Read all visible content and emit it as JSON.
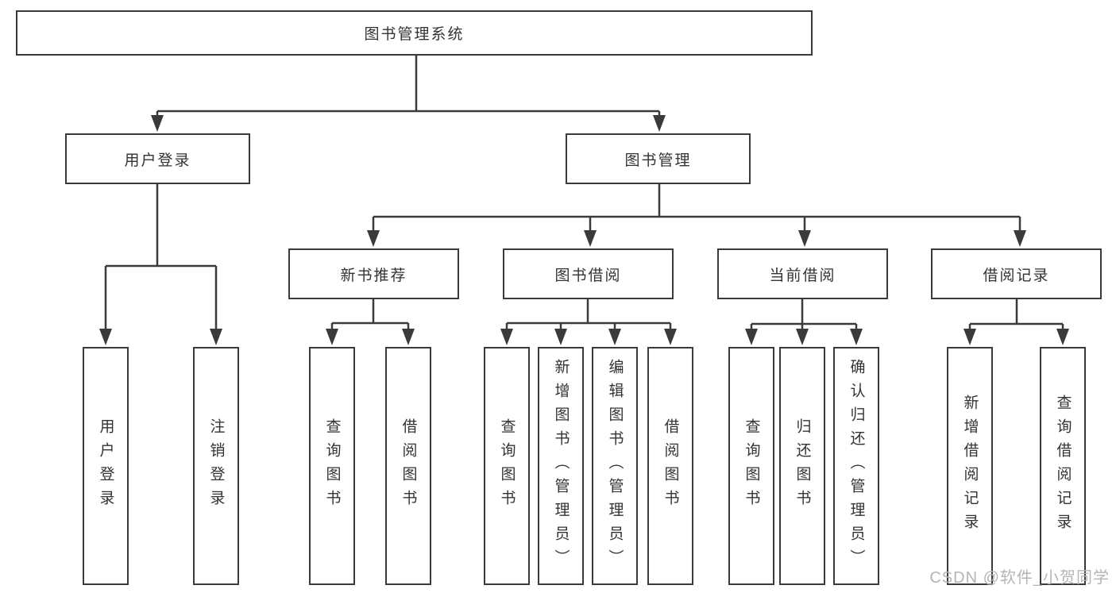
{
  "page": {
    "background": "#ffffff"
  },
  "colors": {
    "line": "#3a3a3a",
    "box_border": "#3a3a3a",
    "box_fill": "#ffffff",
    "text": "#333333",
    "watermark_text": "#b5b5b5"
  },
  "nodes": {
    "root": "图书管理系统",
    "user_login": {
      "label": "用户登录",
      "children": [
        "用户登录",
        "注销登录"
      ]
    },
    "book_management": {
      "label": "图书管理",
      "sections": [
        {
          "label": "新书推荐",
          "children": [
            "查询图书",
            "借阅图书"
          ]
        },
        {
          "label": "图书借阅",
          "children": [
            "查询图书",
            "新增图书（管理员）",
            "编辑图书（管理员）",
            "借阅图书"
          ]
        },
        {
          "label": "当前借阅",
          "children": [
            "查询图书",
            "归还图书",
            "确认归还（管理员）"
          ]
        },
        {
          "label": "借阅记录",
          "children": [
            "新增借阅记录",
            "查询借阅记录"
          ]
        }
      ]
    }
  },
  "watermark": "CSDN @软件_小贺同学"
}
